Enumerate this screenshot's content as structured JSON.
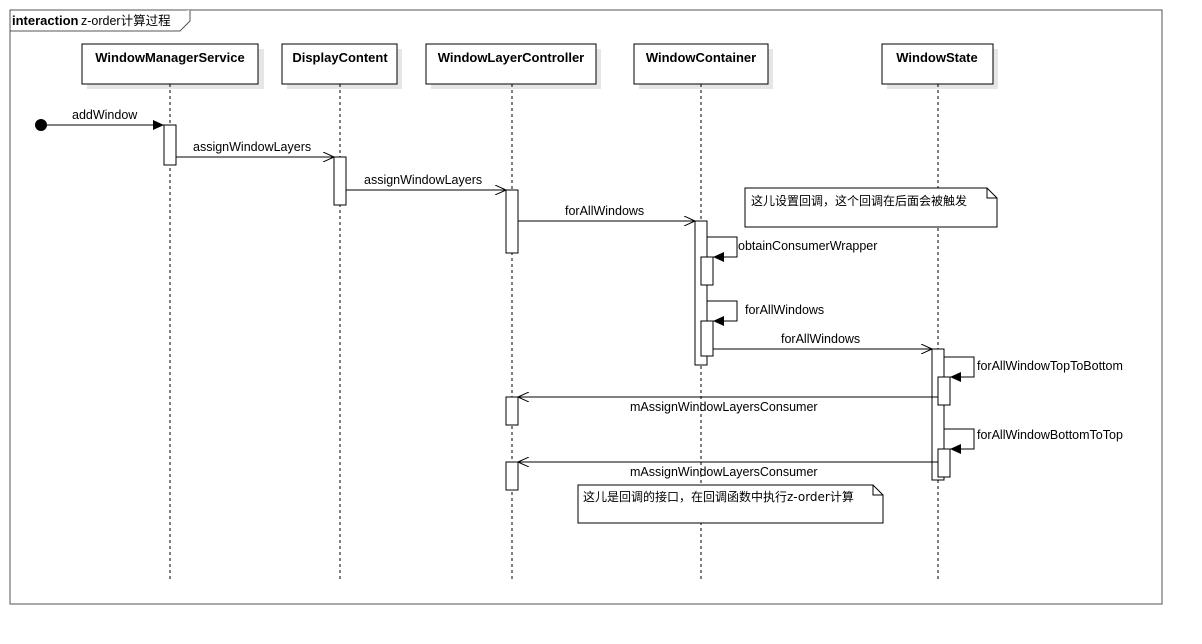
{
  "frame": {
    "keyword": "interaction",
    "title": "z-order计算过程"
  },
  "lifelines": [
    {
      "id": "wms",
      "name": "WindowManagerService"
    },
    {
      "id": "dc",
      "name": "DisplayContent"
    },
    {
      "id": "wlc",
      "name": "WindowLayerController"
    },
    {
      "id": "wc",
      "name": "WindowContainer"
    },
    {
      "id": "ws",
      "name": "WindowState"
    }
  ],
  "messages": [
    {
      "id": "m1",
      "label": "addWindow",
      "type": "found"
    },
    {
      "id": "m2",
      "label": "assignWindowLayers",
      "type": "call"
    },
    {
      "id": "m3",
      "label": "assignWindowLayers",
      "type": "call"
    },
    {
      "id": "m4",
      "label": "forAllWindows",
      "type": "call"
    },
    {
      "id": "m5",
      "label": "obtainConsumerWrapper",
      "type": "self"
    },
    {
      "id": "m6",
      "label": "forAllWindows",
      "type": "self"
    },
    {
      "id": "m7",
      "label": "forAllWindows",
      "type": "call"
    },
    {
      "id": "m8",
      "label": "forAllWindowTopToBottom",
      "type": "self"
    },
    {
      "id": "m9",
      "label": "mAssignWindowLayersConsumer",
      "type": "call"
    },
    {
      "id": "m10",
      "label": "forAllWindowBottomToTop",
      "type": "self"
    },
    {
      "id": "m11",
      "label": "mAssignWindowLayersConsumer",
      "type": "call"
    }
  ],
  "notes": [
    {
      "id": "n1",
      "text": "这儿设置回调，这个回调在后面会被触发"
    },
    {
      "id": "n2",
      "text": "这儿是回调的接口，在回调函数中执行z-order计算"
    }
  ],
  "colors": {
    "line": "#000000",
    "box_fill": "#ffffff",
    "shadow": "#e6e6e6"
  }
}
